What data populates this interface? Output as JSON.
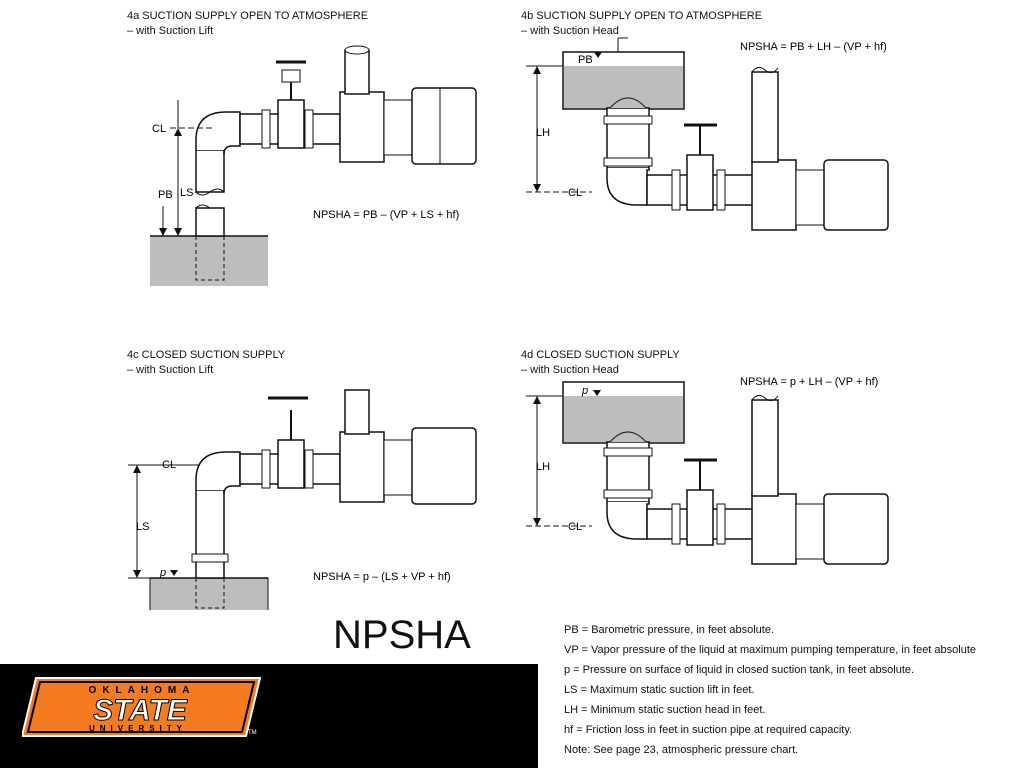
{
  "slide_title": "NPSHA",
  "panels": {
    "a": {
      "caption_line1": "4a SUCTION SUPPLY OPEN TO ATMOSPHERE",
      "caption_line2": "– with Suction Lift",
      "formula": "NPSHA = PB – (VP + LS + hf)",
      "labels": {
        "centerline": "CL",
        "pb": "PB",
        "ls": "LS"
      }
    },
    "b": {
      "caption_line1": "4b SUCTION SUPPLY OPEN TO ATMOSPHERE",
      "caption_line2": "– with Suction Head",
      "formula": "NPSHA = PB + LH – (VP + hf)",
      "labels": {
        "centerline": "CL",
        "pb": "PB",
        "lh": "LH"
      }
    },
    "c": {
      "caption_line1": "4c CLOSED SUCTION SUPPLY",
      "caption_line2": "– with Suction Lift",
      "formula": "NPSHA = p – (LS + VP + hf)",
      "labels": {
        "centerline": "CL",
        "p": "p",
        "ls": "LS"
      }
    },
    "d": {
      "caption_line1": "4d CLOSED SUCTION SUPPLY",
      "caption_line2": "– with Suction Head",
      "formula": "NPSHA = p + LH – (VP + hf)",
      "labels": {
        "centerline": "CL",
        "p": "p",
        "lh": "LH"
      }
    }
  },
  "legend": [
    "PB = Barometric pressure, in feet absolute.",
    "VP = Vapor pressure of the liquid at maximum pumping temperature, in feet absolute",
    "p = Pressure on surface of liquid in closed suction tank, in feet absolute.",
    "LS = Maximum static suction lift in feet.",
    "LH = Minimum static suction head in feet.",
    "hf = Friction loss in feet in suction pipe at required capacity.",
    "Note: See page 23, atmospheric pressure chart."
  ],
  "logo": {
    "top": "OKLAHOMA",
    "main": "STATE",
    "bottom": "UNIVERSITY",
    "tm": "TM"
  },
  "colors": {
    "liquid": "#bdbdbd",
    "footer": "#000000",
    "brand_orange": "#f47b20"
  }
}
